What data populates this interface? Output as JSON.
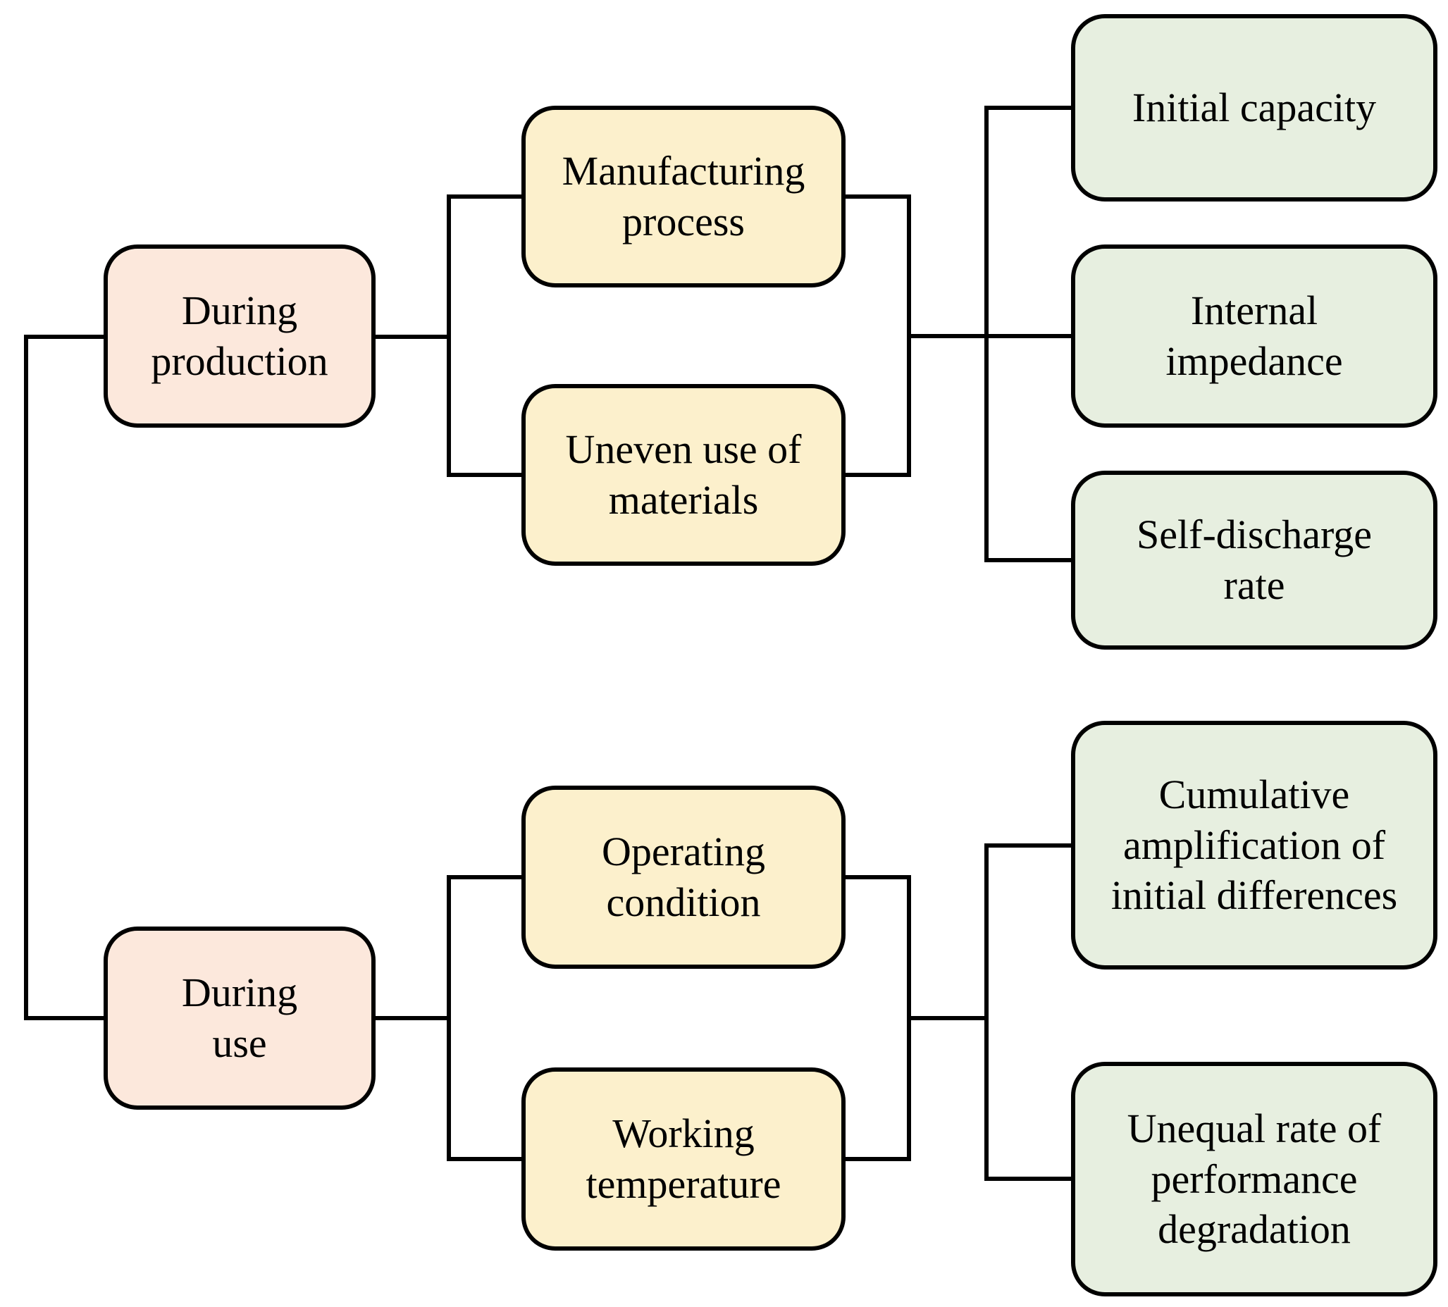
{
  "figure": {
    "type": "tree-diagram",
    "description_domain": "Diagram",
    "background": "#ffffff"
  },
  "colors": {
    "stage_fill": "#FCE8DC",
    "cause_fill": "#FCF0CC",
    "effect_fill": "#E7EFE0",
    "stroke": "#000000"
  },
  "nodes": {
    "during_production": {
      "group": "stage",
      "lines": [
        "During",
        "production"
      ]
    },
    "during_use": {
      "group": "stage",
      "lines": [
        "During",
        "use"
      ]
    },
    "manufacturing_process": {
      "group": "cause",
      "lines": [
        "Manufacturing",
        "process"
      ]
    },
    "uneven_use_of_materials": {
      "group": "cause",
      "lines": [
        "Uneven use of",
        "materials"
      ]
    },
    "operating_condition": {
      "group": "cause",
      "lines": [
        "Operating",
        "condition"
      ]
    },
    "working_temperature": {
      "group": "cause",
      "lines": [
        "Working",
        "temperature"
      ]
    },
    "initial_capacity": {
      "group": "effect",
      "lines": [
        "Initial capacity"
      ]
    },
    "internal_impedance": {
      "group": "effect",
      "lines": [
        "Internal",
        "impedance"
      ]
    },
    "self_discharge_rate": {
      "group": "effect",
      "lines": [
        "Self-discharge",
        "rate"
      ]
    },
    "cumulative_amplification": {
      "group": "effect",
      "lines": [
        "Cumulative",
        "amplification of",
        "initial differences"
      ]
    },
    "unequal_rate": {
      "group": "effect",
      "lines": [
        "Unequal rate of",
        "performance",
        "degradation"
      ]
    }
  }
}
